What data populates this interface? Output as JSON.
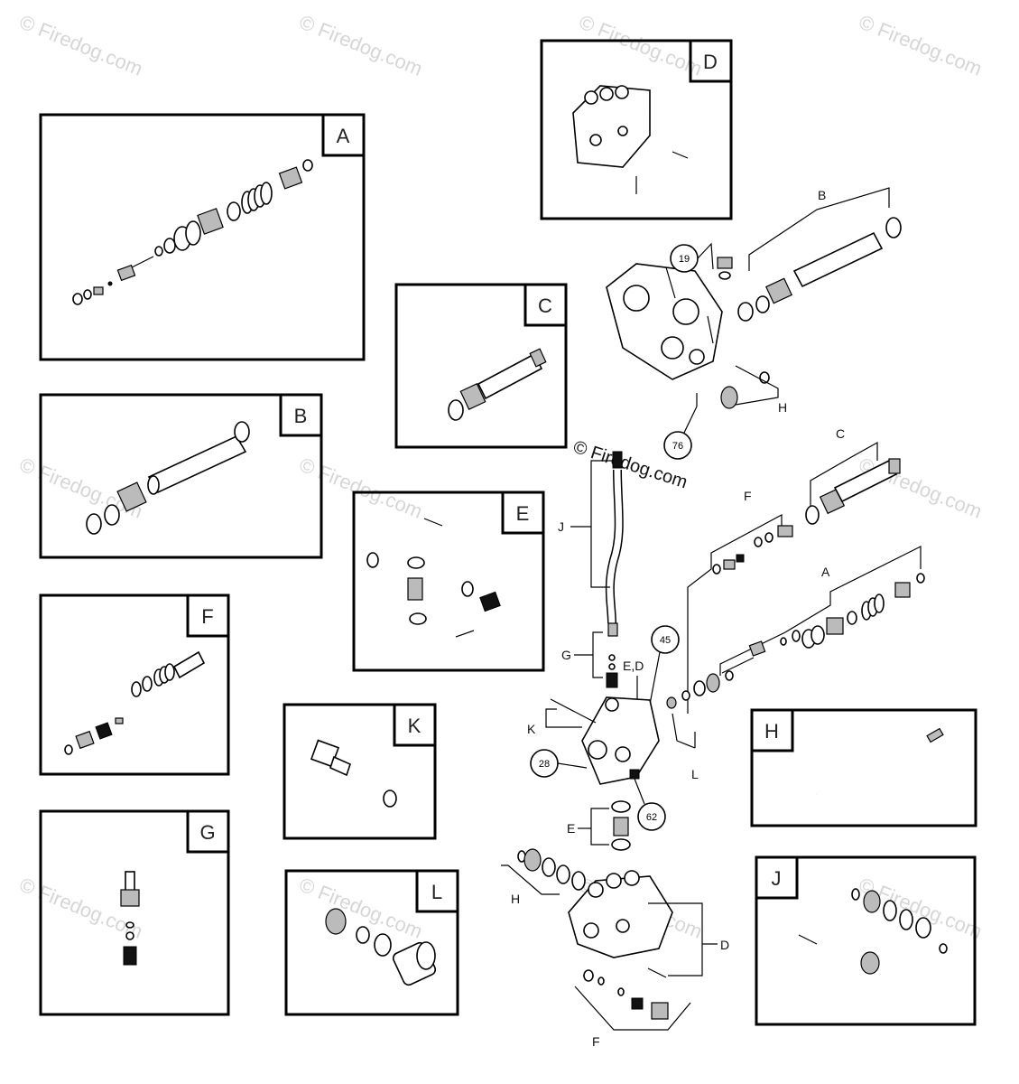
{
  "watermark": {
    "text": "© Firedog.com",
    "center_text": "© Firedog.com"
  },
  "boxes": [
    {
      "id": "box-a",
      "label": "A"
    },
    {
      "id": "box-b",
      "label": "B"
    },
    {
      "id": "box-c",
      "label": "C"
    },
    {
      "id": "box-d",
      "label": "D"
    },
    {
      "id": "box-e",
      "label": "E"
    },
    {
      "id": "box-f",
      "label": "F"
    },
    {
      "id": "box-g",
      "label": "G"
    },
    {
      "id": "box-h",
      "label": "H"
    },
    {
      "id": "box-j",
      "label": "J"
    },
    {
      "id": "box-k",
      "label": "K"
    },
    {
      "id": "box-l",
      "label": "L"
    }
  ],
  "callouts": {
    "c19": "19",
    "c76": "76",
    "c45": "45",
    "c28": "28",
    "c62": "62"
  },
  "assembly_labels": {
    "B": "B",
    "H": "H",
    "C": "C",
    "F": "F",
    "J": "J",
    "A": "A",
    "G": "G",
    "ED": "E,D",
    "K": "K",
    "L": "L",
    "E": "E",
    "H2": "H",
    "D": "D",
    "F2": "F"
  }
}
